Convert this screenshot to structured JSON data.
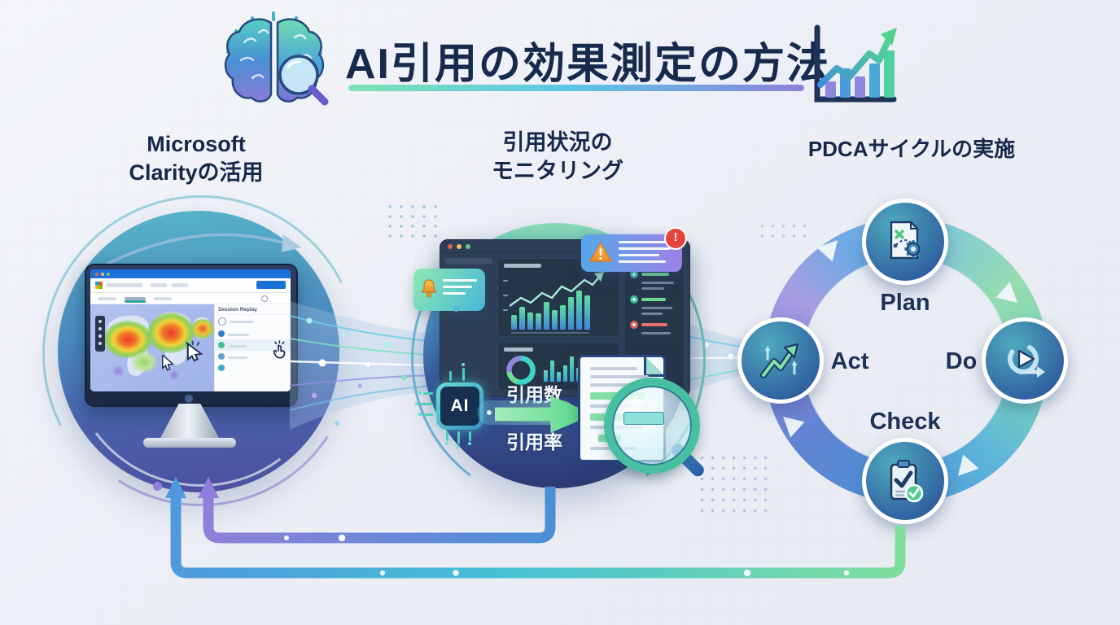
{
  "header": {
    "title": "AI引用の効果測定の方法"
  },
  "sections": {
    "clarity": {
      "title_line1": "Microsoft",
      "title_line2": "Clarityの活用",
      "panel_label": "Session Replay"
    },
    "monitoring": {
      "title_line1": "引用状況の",
      "title_line2": "モニタリング",
      "ai_chip": "AI",
      "metric_count": "引用数",
      "metric_rate": "引用率"
    },
    "pdca": {
      "title": "PDCAサイクルの実施",
      "steps": [
        {
          "label": "Plan"
        },
        {
          "label": "Do"
        },
        {
          "label": "Check"
        },
        {
          "label": "Act"
        }
      ]
    }
  },
  "badges": {
    "alert_exclamation": "!"
  },
  "icons": {
    "header_left": "brain-magnifier-icon",
    "header_right": "growth-chart-icon",
    "notification": "bell-icon",
    "alert": "warning-triangle-icon",
    "alert_badge": "exclamation-badge",
    "document": "highlighted-document",
    "magnifier": "magnifier-icon",
    "plan": "strategy-doc-gear-icon",
    "do": "play-cycle-icon",
    "check": "clipboard-check-icon",
    "act": "growth-arrow-icon"
  },
  "colors": {
    "title_text": "#17294c",
    "underline_gradient": [
      "#7fe3b2",
      "#5cc6e8",
      "#8b82da"
    ],
    "circle_top": "#57b6c7",
    "circle_bottom": "#4d4f9f",
    "accent_green": "#6fdd9a",
    "accent_blue": "#4a9ade",
    "accent_purple": "#8f7fd8",
    "alert_red": "#e8423c",
    "warn_orange": "#f0a032"
  }
}
